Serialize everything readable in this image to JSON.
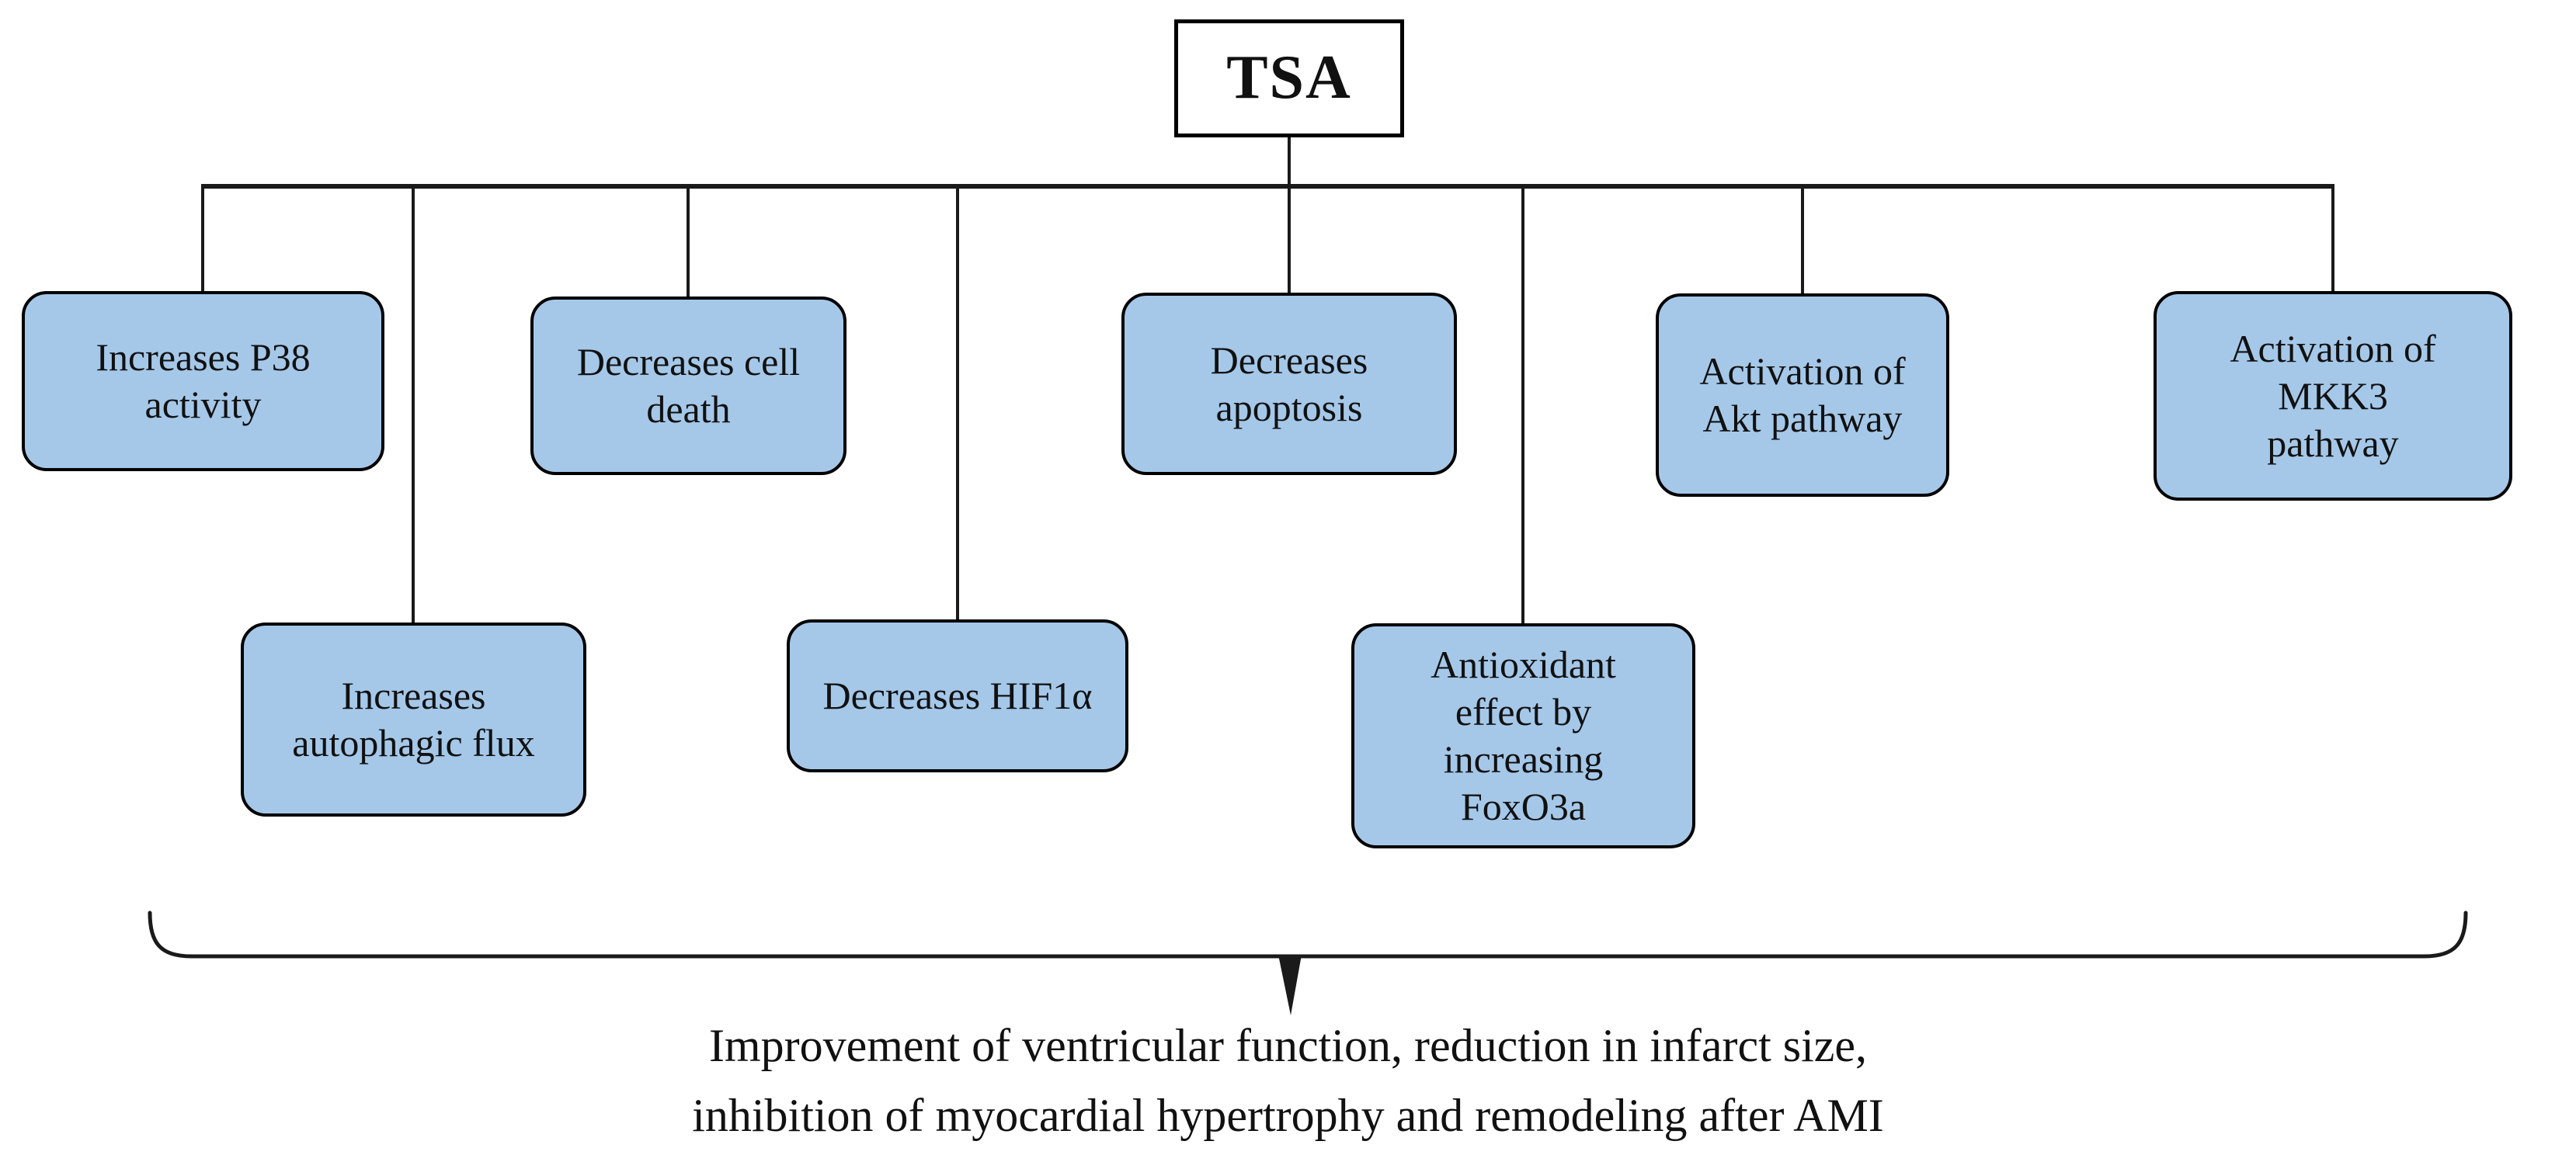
{
  "diagram": {
    "root_label": "TSA",
    "effects": [
      {
        "id": "p38",
        "row": 1,
        "label": "Increases P38\nactivity"
      },
      {
        "id": "cell-death",
        "row": 1,
        "label": "Decreases cell\ndeath"
      },
      {
        "id": "apoptosis",
        "row": 1,
        "label": "Decreases\napoptosis"
      },
      {
        "id": "akt",
        "row": 1,
        "label": "Activation of\nAkt pathway"
      },
      {
        "id": "mkk3",
        "row": 1,
        "label": "Activation of\nMKK3\npathway"
      },
      {
        "id": "autophagic-flux",
        "row": 2,
        "label": "Increases\nautophagic flux"
      },
      {
        "id": "hif1a",
        "row": 2,
        "label": "Decreases HIF1α"
      },
      {
        "id": "foxo3a",
        "row": 2,
        "label": "Antioxidant\neffect by\nincreasing\nFoxO3a"
      }
    ],
    "outcome": "Improvement of ventricular function, reduction in infarct size,\ninhibition of myocardial hypertrophy and remodeling after AMI",
    "colors": {
      "box_fill": "#a5c8e9",
      "box_border": "#000000",
      "line": "#1a1a1a",
      "background": "#ffffff"
    }
  }
}
